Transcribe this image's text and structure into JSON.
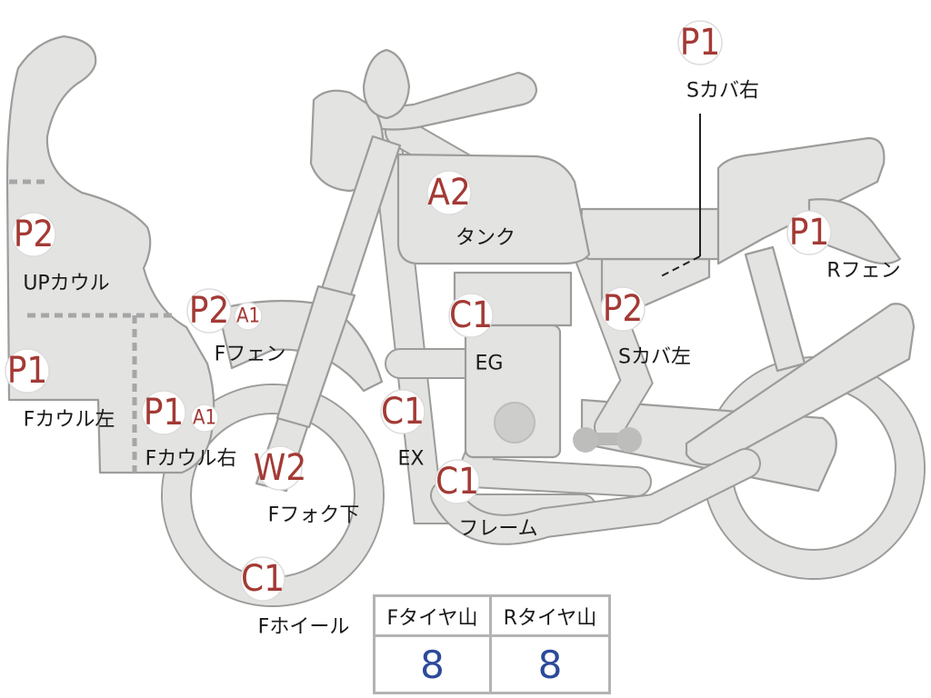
{
  "parts": [
    {
      "id": "s-cover-right",
      "code": "P1",
      "label": "Sカバ右"
    },
    {
      "id": "up-cowl",
      "code": "P2",
      "label": "UPカウル"
    },
    {
      "id": "tank",
      "code": "A2",
      "label": "タンク"
    },
    {
      "id": "r-fender",
      "code": "P1",
      "label": "Rフェン"
    },
    {
      "id": "f-fender",
      "code": "P2",
      "code2": "A1",
      "label": "Fフェン"
    },
    {
      "id": "engine",
      "code": "C1",
      "label": "EG"
    },
    {
      "id": "s-cover-left",
      "code": "P2",
      "label": "Sカバ左"
    },
    {
      "id": "f-cowl-left",
      "code": "P1",
      "label": "Fカウル左"
    },
    {
      "id": "f-cowl-right",
      "code": "P1",
      "code2": "A1",
      "label": "Fカウル右"
    },
    {
      "id": "exhaust",
      "code": "C1",
      "label": "EX"
    },
    {
      "id": "f-fork-lower",
      "code": "W2",
      "label": "Fフォク下"
    },
    {
      "id": "frame",
      "code": "C1",
      "label": "フレーム"
    },
    {
      "id": "f-wheel",
      "code": "C1",
      "label": "Fホイール"
    }
  ],
  "tire_table": {
    "headers": [
      "Fタイヤ山",
      "Rタイヤ山"
    ],
    "values": [
      "8",
      "8"
    ]
  },
  "colors": {
    "code_text": "#a33a35",
    "tire_value": "#2c4a9a",
    "body_fill": "#e3e3e1",
    "outline": "#9c9c9a"
  }
}
